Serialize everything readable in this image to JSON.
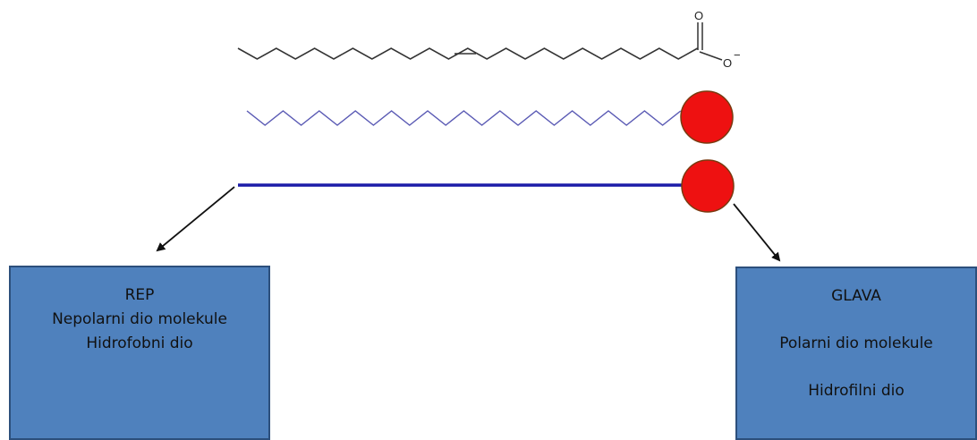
{
  "colors": {
    "skeletal_chain": "#333333",
    "zigzag_tail": "#5a5ab4",
    "straight_tail": "#1c1ca8",
    "head_fill": "#ee1111",
    "head_stroke": "#7a3a10",
    "arrow": "#111111",
    "box_fill": "#4f81bd",
    "box_border": "#2c4f7c"
  },
  "molecule": {
    "oxygen_top": "O",
    "oxygen_side": "O",
    "charge": "−"
  },
  "tail_box": {
    "title": "REP",
    "line1": "Nepolarni dio molekule",
    "line2": "Hidrofobni dio"
  },
  "head_box": {
    "title": "GLAVA",
    "line1": "Polarni dio molekule",
    "line2": "Hidrofilni dio"
  }
}
